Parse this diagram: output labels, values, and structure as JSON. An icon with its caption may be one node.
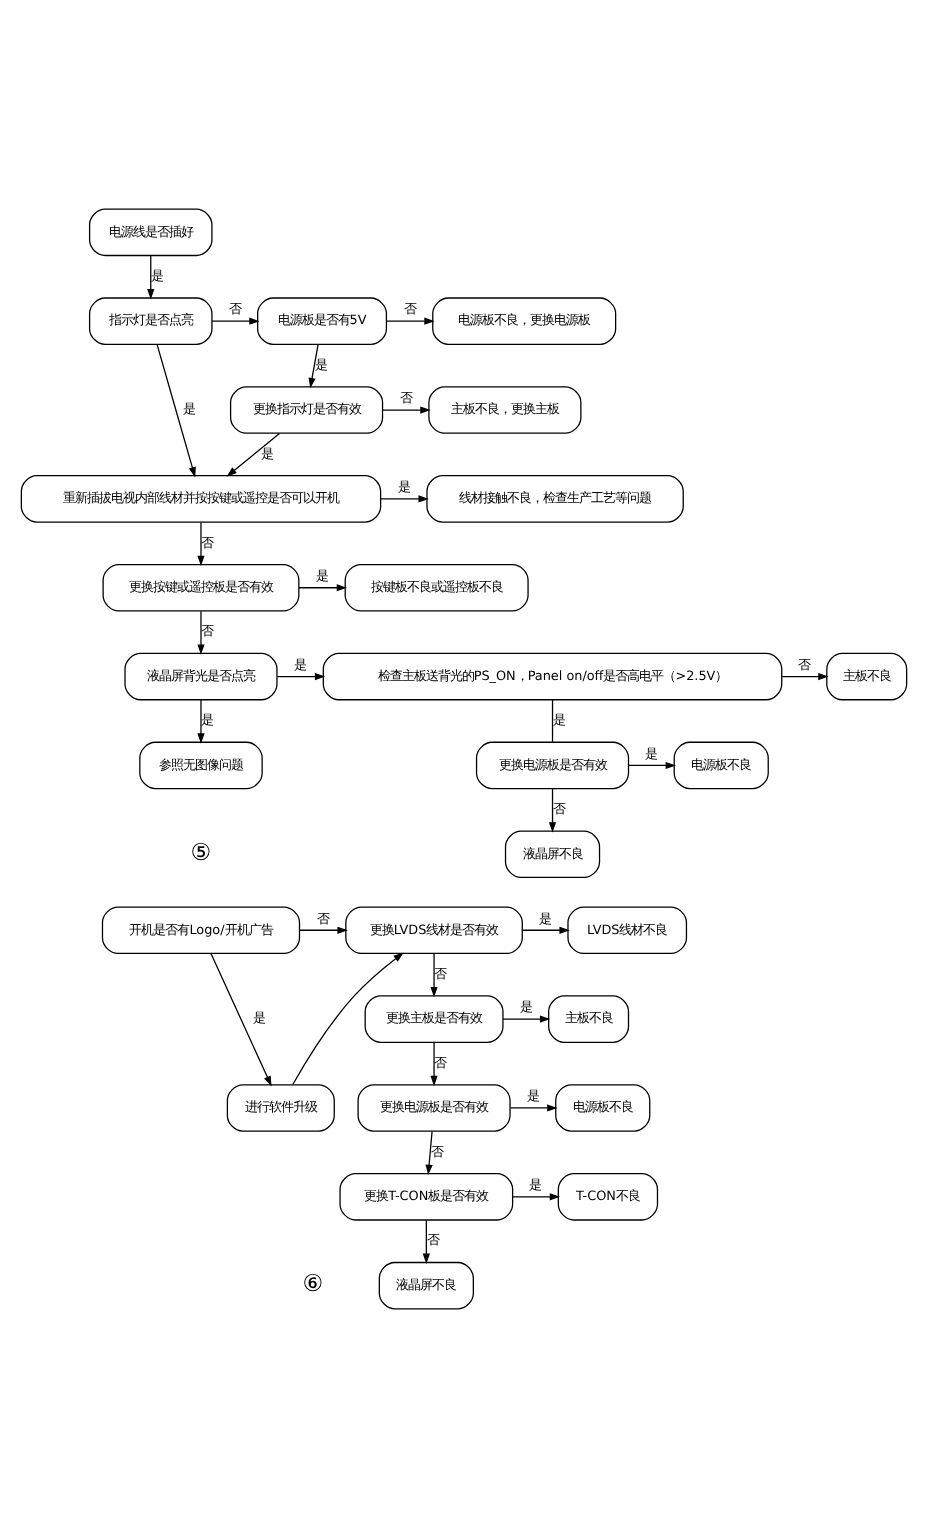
{
  "diagram": {
    "nodes": [
      {
        "text": [
          "电源线是否插好"
        ]
      },
      {
        "text": [
          "指示灯是否点亮"
        ]
      },
      {
        "text": [
          "电源板是否有5V"
        ]
      },
      {
        "text": [
          "电源板不良，更换电源板"
        ]
      },
      {
        "text": [
          "更换指示灯是否有效"
        ]
      },
      {
        "text": [
          "主板不良，更换主板"
        ]
      },
      {
        "text": [
          "重新插拔电视内部线材并按按键或遥控是否可以开机"
        ]
      },
      {
        "text": [
          "线材接触不良，检查生产工艺等问题"
        ]
      },
      {
        "text": [
          "更换按键或遥控板是否有效"
        ]
      },
      {
        "text": [
          "按键板不良或遥控板不良"
        ]
      },
      {
        "text": [
          "液晶屏背光是否点亮"
        ]
      },
      {
        "text": [
          "检查主板送背光的PS_ON，Panel on/off是否高电平（>2.5V）"
        ]
      },
      {
        "text": [
          "主板不良"
        ]
      },
      {
        "text": [
          "参照无图像问题"
        ]
      },
      {
        "text": [
          "更换电源板是否有效"
        ]
      },
      {
        "text": [
          "电源板不良"
        ]
      },
      {
        "text": [
          "液晶屏不良"
        ]
      },
      {
        "text": [
          "开机是否有Logo/开机广告"
        ]
      },
      {
        "text": [
          "更换LVDS线材是否有效"
        ]
      },
      {
        "text": [
          "LVDS线材不良"
        ]
      },
      {
        "text": [
          "进行软件升级"
        ]
      },
      {
        "text": [
          "更换主板是否有效"
        ]
      },
      {
        "text": [
          "主板不良"
        ]
      },
      {
        "text": [
          "更换电源板是否有效"
        ]
      },
      {
        "text": [
          "电源板不良"
        ]
      },
      {
        "text": [
          "更换T-CON板是否有效"
        ]
      },
      {
        "text": [
          "T-CON不良"
        ]
      },
      {
        "text": [
          "液晶屏不良"
        ]
      }
    ],
    "edges": [
      {
        "from": 0,
        "to": 1,
        "arrow": "to",
        "label": "是"
      },
      {
        "from": 1,
        "to": 2,
        "arrow": "to",
        "label": "否"
      },
      {
        "from": 2,
        "to": 3,
        "arrow": "to",
        "label": "否"
      },
      {
        "from": 2,
        "to": 4,
        "arrow": "to",
        "label": "是"
      },
      {
        "from": 1,
        "to": 6,
        "arrow": "to",
        "label": "是"
      },
      {
        "from": 4,
        "to": 6,
        "arrow": "to",
        "label": "是"
      },
      {
        "from": 4,
        "to": 5,
        "arrow": "to",
        "label": "否"
      },
      {
        "from": 6,
        "to": 7,
        "arrow": "to",
        "label": "是"
      },
      {
        "from": 6,
        "to": 8,
        "arrow": "to",
        "label": "否"
      },
      {
        "from": 8,
        "to": 9,
        "arrow": "to",
        "label": "是"
      },
      {
        "from": 8,
        "to": 10,
        "arrow": "to",
        "label": "否"
      },
      {
        "from": 10,
        "to": 11,
        "arrow": "to",
        "label": "是"
      },
      {
        "from": 11,
        "to": 12,
        "arrow": "to",
        "label": "否"
      },
      {
        "from": 10,
        "to": 13,
        "arrow": "to",
        "label": "是"
      },
      {
        "from": 11,
        "to": 14,
        "arrow": "none",
        "label": "是"
      },
      {
        "from": 14,
        "to": 15,
        "arrow": "to",
        "label": "是"
      },
      {
        "from": 14,
        "to": 16,
        "arrow": "to",
        "label": "否"
      },
      {
        "from": 17,
        "to": 18,
        "arrow": "to",
        "label": "否"
      },
      {
        "from": 17,
        "to": 20,
        "arrow": "to",
        "label": "是"
      },
      {
        "from": 20,
        "to": 18,
        "arrow": "to"
      },
      {
        "from": 18,
        "to": 19,
        "arrow": "to",
        "label": "是"
      },
      {
        "from": 18,
        "to": 21,
        "arrow": "to",
        "label": "否"
      },
      {
        "from": 21,
        "to": 22,
        "arrow": "to",
        "label": "是"
      },
      {
        "from": 21,
        "to": 23,
        "arrow": "to",
        "label": "否"
      },
      {
        "from": 23,
        "to": 24,
        "arrow": "to",
        "label": "是"
      },
      {
        "from": 23,
        "to": 25,
        "arrow": "to",
        "label": "否"
      },
      {
        "from": 25,
        "to": 26,
        "arrow": "to",
        "label": "是"
      },
      {
        "from": 25,
        "to": 27,
        "arrow": "to",
        "label": "否"
      }
    ],
    "labels": [
      "⑤",
      "⑥"
    ]
  }
}
